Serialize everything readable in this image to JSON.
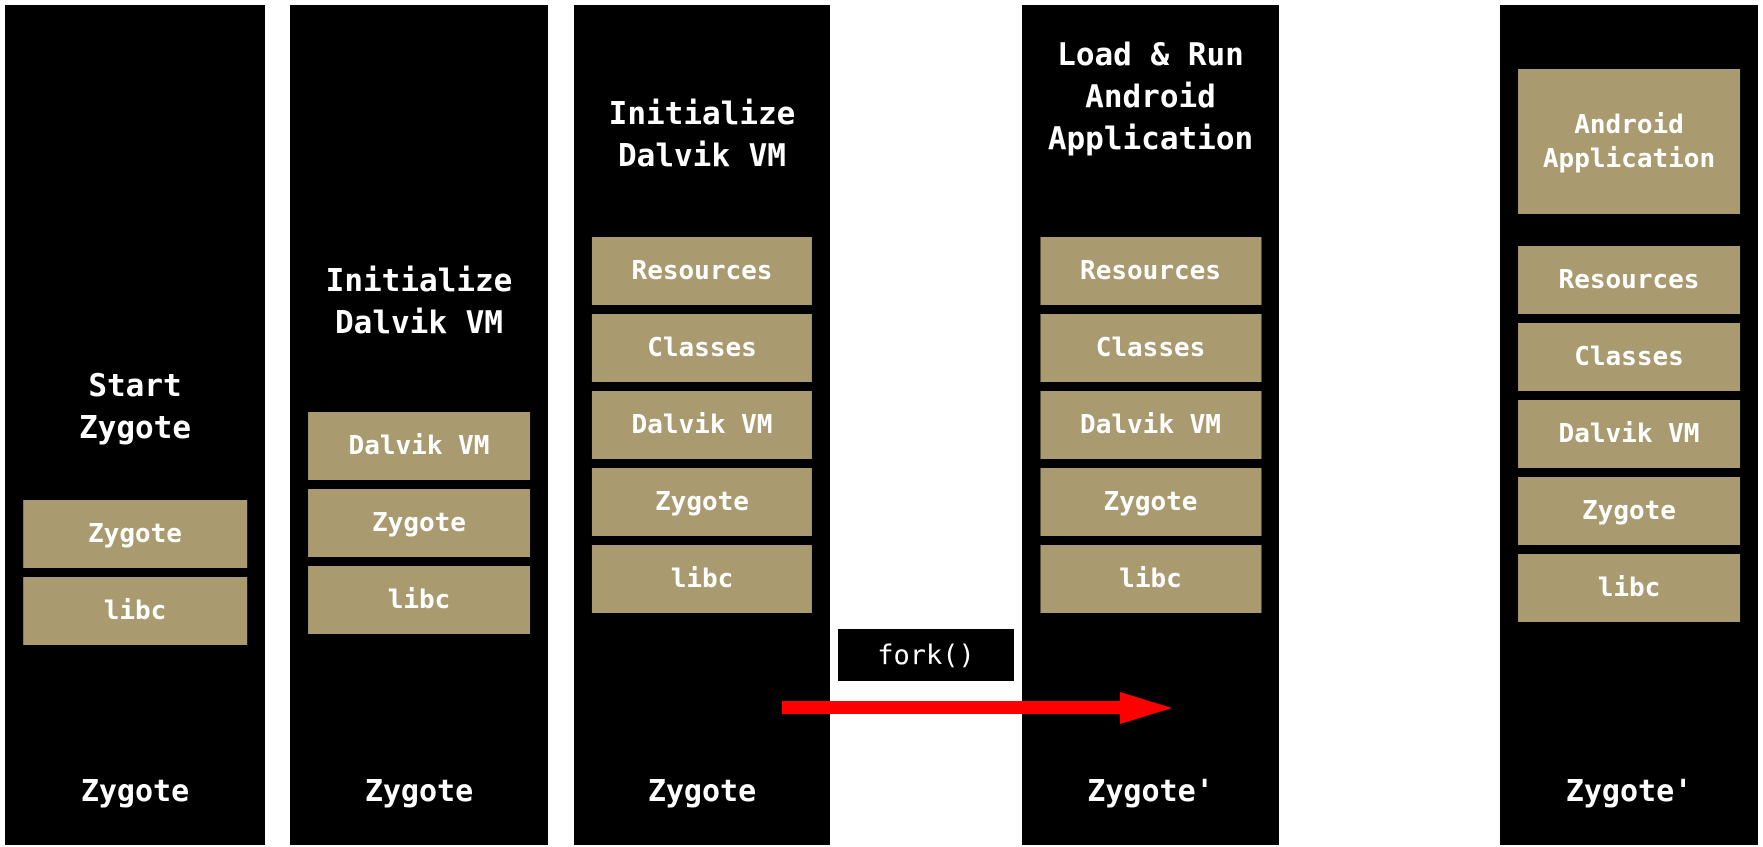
{
  "diagram": {
    "title": "Android Zygote process startup and fork sequence",
    "background_color": "#ffffff",
    "panel_color": "#000000",
    "layer_color": "#a99a70",
    "text_color": "#ffffff",
    "arrow_color": "#ff0000",
    "columns": [
      {
        "id": "start-zygote",
        "header": "Start\nZygote",
        "layers": [
          {
            "label": "Zygote",
            "size": "normal"
          },
          {
            "label": "libc",
            "size": "normal"
          }
        ],
        "footer": "Zygote"
      },
      {
        "id": "initialize-dalvik-vm",
        "header": "Initialize\nDalvik VM",
        "layers": [
          {
            "label": "Dalvik VM",
            "size": "normal"
          },
          {
            "label": "Zygote",
            "size": "normal"
          },
          {
            "label": "libc",
            "size": "normal"
          }
        ],
        "footer": "Zygote"
      },
      {
        "id": "initialize-dalvik-vm-loaded",
        "header": "Initialize\nDalvik VM",
        "layers": [
          {
            "label": "Resources",
            "size": "normal"
          },
          {
            "label": "Classes",
            "size": "normal"
          },
          {
            "label": "Dalvik VM",
            "size": "normal"
          },
          {
            "label": "Zygote",
            "size": "normal"
          },
          {
            "label": "libc",
            "size": "normal"
          }
        ],
        "footer": "Zygote"
      },
      {
        "id": "load-run-android-application",
        "header": "Load & Run\nAndroid\nApplication",
        "layers": [
          {
            "label": "Resources",
            "size": "normal"
          },
          {
            "label": "Classes",
            "size": "normal"
          },
          {
            "label": "Dalvik VM",
            "size": "normal"
          },
          {
            "label": "Zygote",
            "size": "normal"
          },
          {
            "label": "libc",
            "size": "normal"
          }
        ],
        "footer": "Zygote'"
      },
      {
        "id": "android-application-running",
        "header": "",
        "layers": [
          {
            "label": "Android\nApplication",
            "size": "tall"
          },
          {
            "label": "Resources",
            "size": "normal"
          },
          {
            "label": "Classes",
            "size": "normal"
          },
          {
            "label": "Dalvik VM",
            "size": "normal"
          },
          {
            "label": "Zygote",
            "size": "normal"
          },
          {
            "label": "libc",
            "size": "normal"
          }
        ],
        "footer": "Zygote'"
      }
    ],
    "annotation": {
      "fork_label": "fork()"
    }
  }
}
